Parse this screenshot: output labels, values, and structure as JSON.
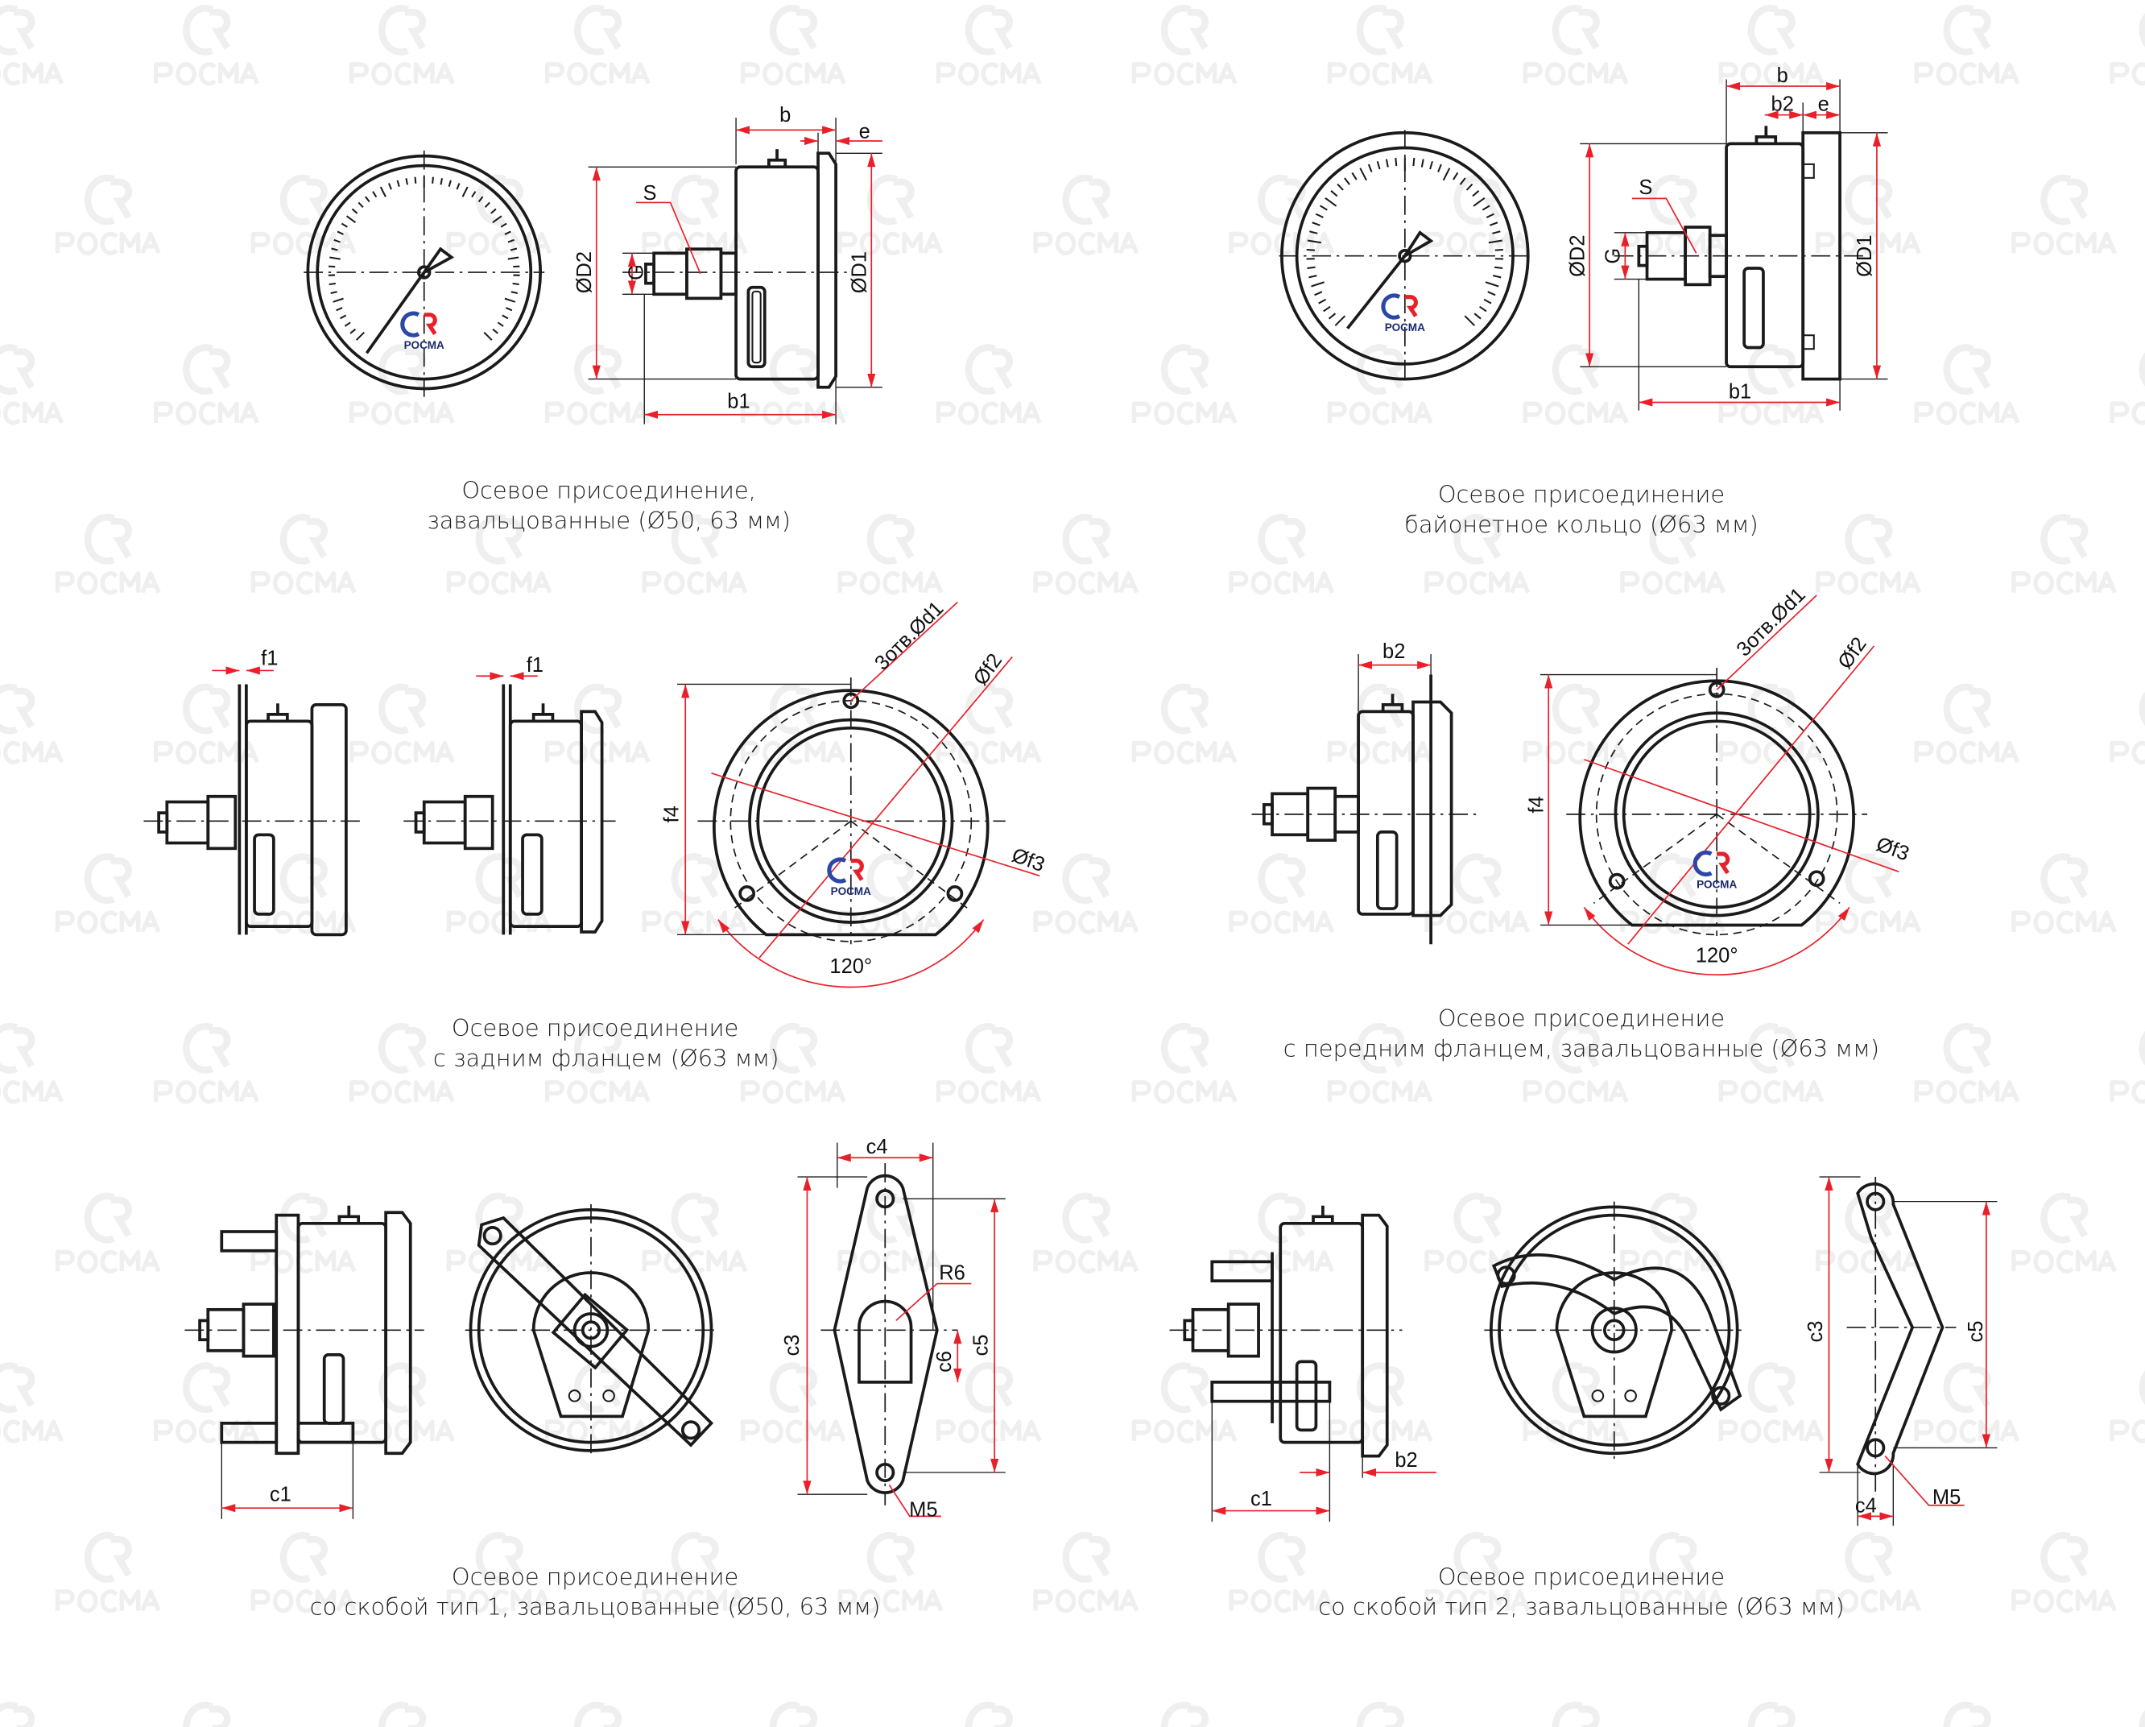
{
  "watermark": "РОСМА",
  "logo_text": "РОСМА",
  "colors": {
    "dimension": "#e8202a",
    "line": "#1a1a1a",
    "logo_blue": "#2b47a8",
    "logo_red": "#e8202a"
  },
  "panels": [
    {
      "id": "axial-rolled",
      "caption": [
        "Осевое присоединение,",
        "завальцованные (Ø50, 63 мм)"
      ],
      "labels": {
        "b": "b",
        "e": "e",
        "s": "S",
        "d2": "ØD2",
        "g": "G",
        "d1": "ØD1",
        "b1": "b1"
      }
    },
    {
      "id": "axial-bayonet",
      "caption": [
        "Осевое присоединение",
        "байонетное кольцо (Ø63 мм)"
      ],
      "labels": {
        "b": "b",
        "b2": "b2",
        "e": "e",
        "s": "S",
        "d2": "ØD2",
        "g": "G",
        "d1": "ØD1",
        "b1": "b1"
      }
    },
    {
      "id": "axial-rear-flange",
      "caption": [
        "Осевое присоединение",
        "с задним фланцем (Ø63 мм)"
      ],
      "labels": {
        "f1a": "f1",
        "f1b": "f1",
        "holes": "3отв.Ød1",
        "f2": "Øf2",
        "f3": "Øf3",
        "f4": "f4",
        "angle": "120°"
      }
    },
    {
      "id": "axial-front-flange",
      "caption": [
        "Осевое присоединение",
        "с передним фланцем, завальцованные (Ø63 мм)"
      ],
      "labels": {
        "b2": "b2",
        "holes": "3отв.Ød1",
        "f2": "Øf2",
        "f3": "Øf3",
        "f4": "f4",
        "angle": "120°"
      }
    },
    {
      "id": "axial-bracket-1",
      "caption": [
        "Осевое присоединение",
        "со скобой тип 1, завальцованные (Ø50, 63 мм)"
      ],
      "labels": {
        "c1": "c1",
        "c4": "c4",
        "r6": "R6",
        "c3": "c3",
        "c5": "c5",
        "c6": "c6",
        "m5": "M5"
      }
    },
    {
      "id": "axial-bracket-2",
      "caption": [
        "Осевое присоединение",
        "со скобой тип 2, завальцованные (Ø63 мм)"
      ],
      "labels": {
        "c1": "c1",
        "b2": "b2",
        "c3": "c3",
        "c5": "c5",
        "c4": "c4",
        "m5": "M5"
      }
    }
  ]
}
